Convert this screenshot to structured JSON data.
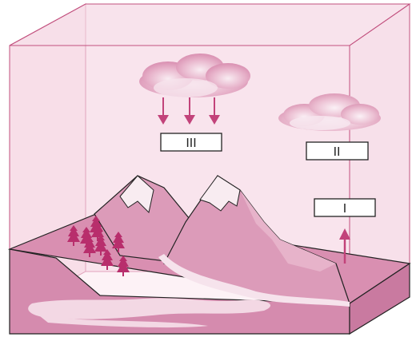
{
  "labels": {
    "label_1": "III",
    "label_2": "II",
    "label_3": "I"
  },
  "colors": {
    "box_tint": "#f6dbe6",
    "box_edge": "#c2507e",
    "ground": "#d98fb1",
    "ground_dark": "#c97aa0",
    "mountain": "#dc9bb9",
    "snow": "#f8ecf1",
    "tree": "#b82e6c",
    "arrow": "#c2437a",
    "cloud": "#e3a5c0"
  },
  "icons": [
    "cloud-icon",
    "cloud-icon",
    "down-arrow-icon",
    "up-arrow-icon",
    "tree-icon"
  ]
}
